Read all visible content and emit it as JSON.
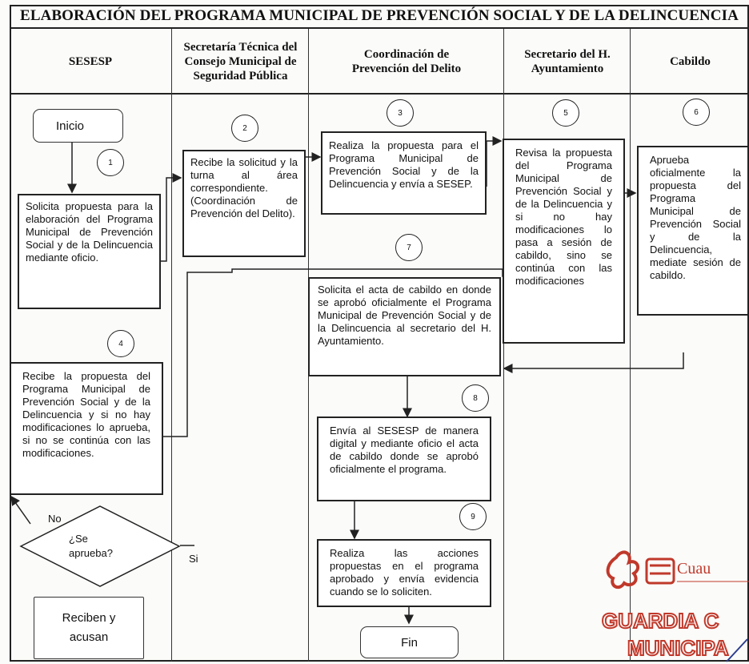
{
  "title": "ELABORACIÓN DEL PROGRAMA MUNICIPAL DE PREVENCIÓN SOCIAL Y DE LA DELINCUENCIA",
  "lanes": [
    "SESESP",
    "Secretaría Técnica del Consejo Municipal de Seguridad Pública",
    "Coordinación de Prevención del Delito",
    "Secretario del H. Ayuntamiento",
    "Cabildo"
  ],
  "start_label": "Inicio",
  "end_label": "Fin",
  "final_box": "Reciben y acusan",
  "steps": {
    "s1": {
      "num": "1",
      "text": "Solicita propuesta para la elaboración del Programa Municipal de Prevención Social y de la Delincuencia mediante oficio."
    },
    "s2": {
      "num": "2",
      "text": "Recibe la solicitud y la turna al área correspondiente. (Coordinación de Prevención del Delito)."
    },
    "s3": {
      "num": "3",
      "text": "Realiza la propuesta para el Programa Municipal de Prevención Social y de la Delincuencia y envía a SESEP."
    },
    "s4": {
      "num": "4",
      "text": "Recibe la propuesta del Programa Municipal de Prevención Social y de la Delincuencia y si no hay modificaciones lo aprueba, si no se continúa con las modificaciones."
    },
    "s5": {
      "num": "5",
      "text": "Revisa la propuesta del Programa Municipal de Prevención Social y de la Delincuencia y si no hay modificaciones lo pasa a sesión de cabildo, sino se continúa con las modificaciones"
    },
    "s6": {
      "num": "6",
      "text": "Aprueba oficialmente la propuesta del Programa Municipal de Prevención Social y de la Delincuencia, mediate sesión de cabildo."
    },
    "s7": {
      "num": "7",
      "text": "Solicita el acta de cabildo en donde se aprobó oficialmente el Programa Municipal de Prevención Social y de la Delincuencia al secretario del H. Ayuntamiento."
    },
    "s8": {
      "num": "8",
      "text": "Envía al SESESP de manera digital y mediante oficio el acta de cabildo donde se aprobó oficialmente el programa."
    },
    "s9": {
      "num": "9",
      "text": "Realiza las acciones propuestas en el programa aprobado y envía evidencia cuando se lo soliciten."
    }
  },
  "decision": {
    "text": "¿Se aprueba?",
    "no_label": "No",
    "yes_label": "Si"
  },
  "stamp": {
    "line1": "GUARDIA C",
    "line2": "MUNICIPA",
    "logo_text": "Cuau"
  }
}
